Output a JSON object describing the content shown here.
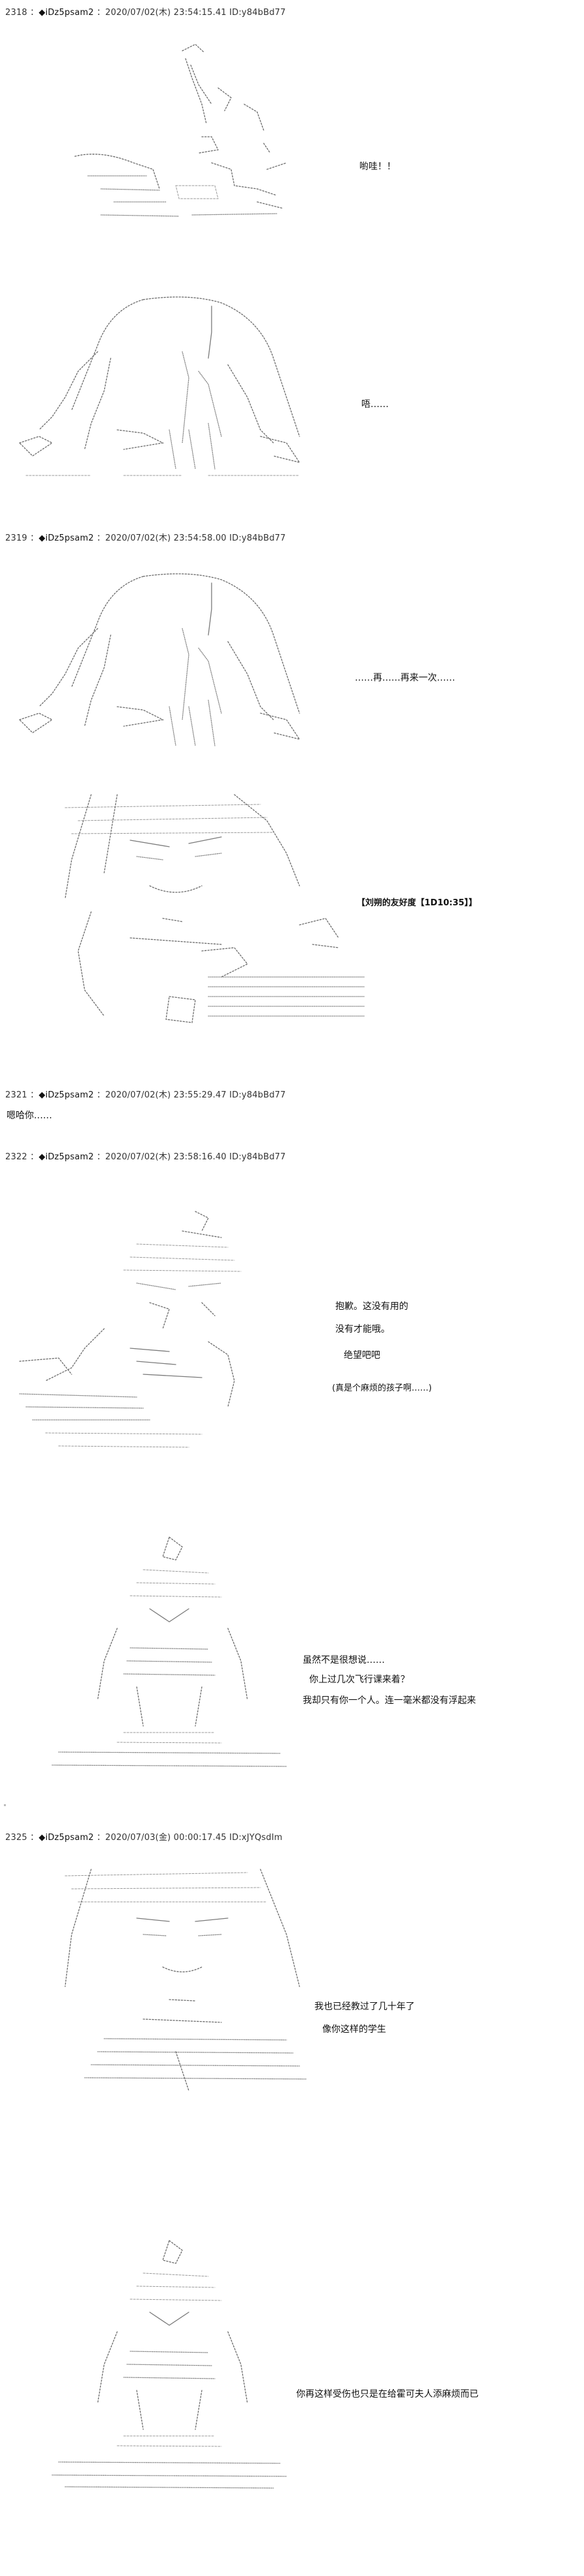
{
  "posts": [
    {
      "header": {
        "number": "2318",
        "name": "◆iDz5psam2",
        "datetime": "2020/07/02(木) 23:54:15.41",
        "id": "ID:y84bBd77"
      },
      "lines": [
        "喲哇！！",
        "唔……"
      ]
    },
    {
      "header": {
        "number": "2319",
        "name": "◆iDz5psam2",
        "datetime": "2020/07/02(木) 23:54:58.00",
        "id": "ID:y84bBd77"
      },
      "lines": [
        "……再……再来一次……",
        "【刘朔的友好度【1D10:35】】"
      ]
    },
    {
      "header": {
        "number": "2321",
        "name": "◆iDz5psam2",
        "datetime": "2020/07/02(木) 23:55:29.47",
        "id": "ID:y84bBd77"
      },
      "lines": [
        "嗯哈你……"
      ]
    },
    {
      "header": {
        "number": "2322",
        "name": "◆iDz5psam2",
        "datetime": "2020/07/02(木) 23:58:16.40",
        "id": "ID:y84bBd77"
      },
      "lines": [
        "抱歉。这没有用的",
        "没有才能哦。",
        "绝望吧吧",
        "(真是个麻烦的孩子啊……)",
        "虽然不是很想说……",
        "你上过几次飞行课来着？",
        "我却只有你一个人。连一毫米都没有浮起来"
      ]
    },
    {
      "header": {
        "number": "2325",
        "name": "◆iDz5psam2",
        "datetime": "2020/07/03(金) 00:00:17.45",
        "id": "ID:xJYQsdIm"
      },
      "lines": [
        "我也已经教过了几十年了",
        "像你这样的学生",
        "你再这样受伤也只是在给霍可夫人添麻烦而已"
      ]
    }
  ]
}
